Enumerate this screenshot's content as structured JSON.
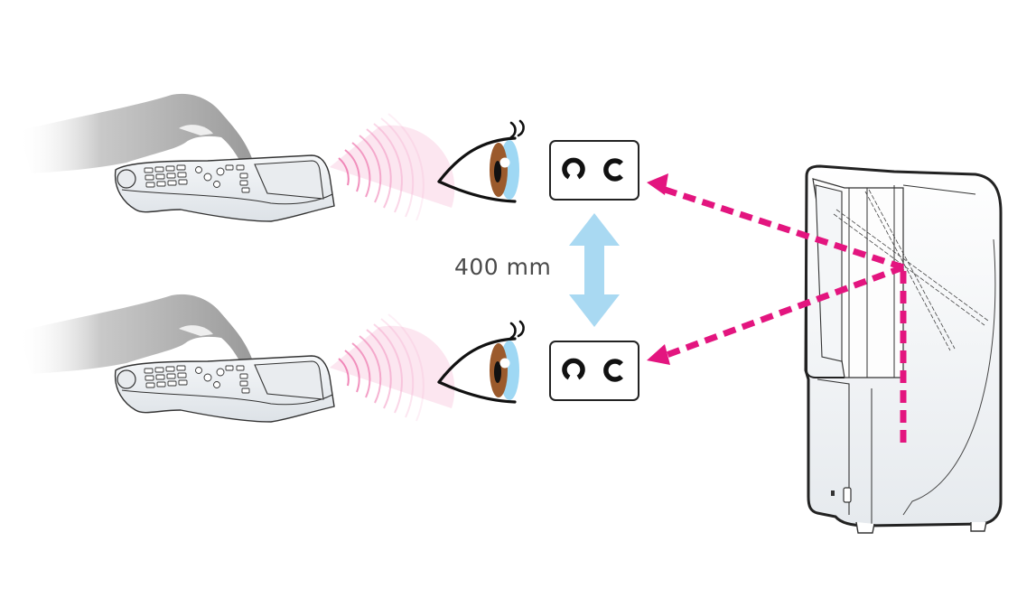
{
  "distance_label": "400 mm",
  "colors": {
    "signal_pink": "#e3157f",
    "arrow_blue": "#a9d9f2",
    "iris_brown": "#9b5a2c",
    "cornea_blue": "#9fd8f4",
    "text_gray": "#4a4a4a"
  },
  "scenes": [
    {
      "name": "upper-position",
      "optotypes": [
        "ring-gap-bottom",
        "ring-gap-right"
      ]
    },
    {
      "name": "lower-position",
      "optotypes": [
        "ring-gap-bottom",
        "ring-gap-right"
      ]
    }
  ],
  "icons": [
    "hand-icon",
    "remote-control-icon",
    "infrared-signal-icon",
    "eye-icon",
    "landolt-chart-icon",
    "double-arrow-icon",
    "vision-tester-device-icon"
  ]
}
